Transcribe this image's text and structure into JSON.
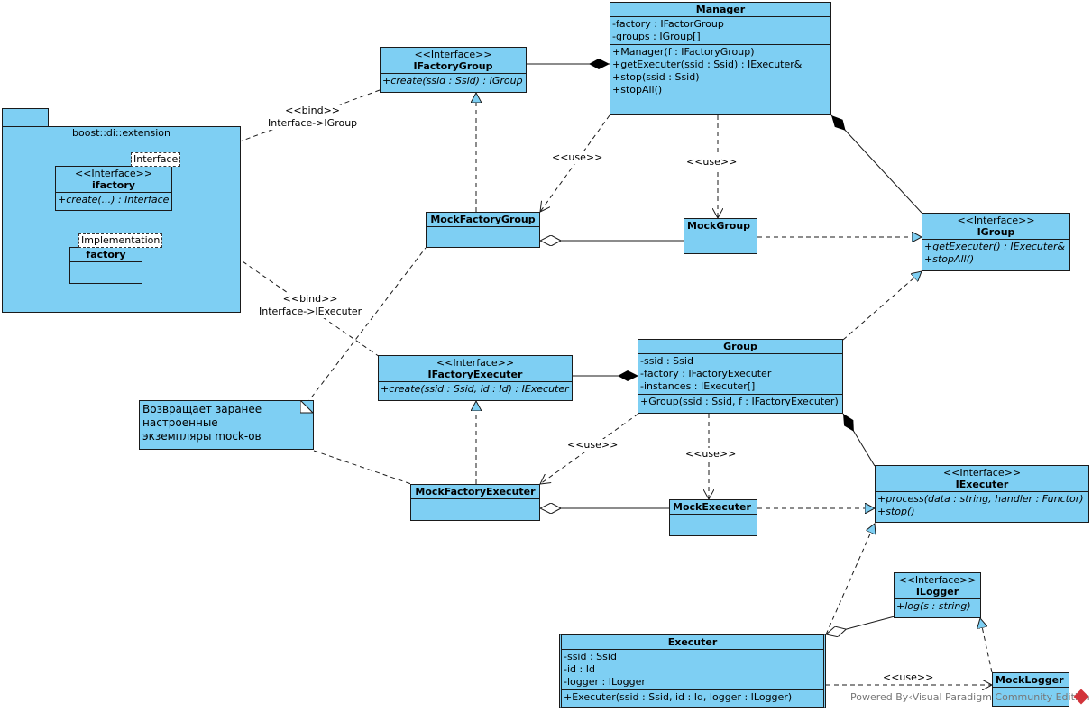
{
  "package": {
    "name": "boost::di::extension"
  },
  "classes": {
    "ifactory_group": {
      "stereotype": "<<Interface>>",
      "name": "IFactoryGroup",
      "ops": [
        "+create(ssid : Ssid) : IGroup"
      ]
    },
    "manager": {
      "name": "Manager",
      "attrs": [
        "-factory : IFactorGroup",
        "-groups : IGroup[]"
      ],
      "ops": [
        "+Manager(f : IFactoryGroup)",
        "+getExecuter(ssid : Ssid) : IExecuter&",
        "+stop(ssid : Ssid)",
        "+stopAll()"
      ]
    },
    "ifactory": {
      "stereotype": "<<Interface>>",
      "name": "ifactory",
      "ops": [
        "+create(...) : Interface"
      ],
      "tag": "Interface"
    },
    "factory": {
      "name": "factory",
      "tag": "Implementation"
    },
    "mock_factory_group": {
      "name": "MockFactoryGroup"
    },
    "mock_group": {
      "name": "MockGroup"
    },
    "igroup": {
      "stereotype": "<<Interface>>",
      "name": "IGroup",
      "ops": [
        "+getExecuter() : IExecuter&",
        "+stopAll()"
      ]
    },
    "group": {
      "name": "Group",
      "attrs": [
        "-ssid : Ssid",
        "-factory : IFactoryExecuter",
        "-instances : IExecuter[]"
      ],
      "ops": [
        "+Group(ssid : Ssid, f : IFactoryExecuter)"
      ]
    },
    "ifactory_executer": {
      "stereotype": "<<Interface>>",
      "name": "IFactoryExecuter",
      "ops": [
        "+create(ssid : Ssid, id : Id) : IExecuter"
      ]
    },
    "iexecuter": {
      "stereotype": "<<Interface>>",
      "name": "IExecuter",
      "ops": [
        "+process(data : string, handler : Functor)",
        "+stop()"
      ]
    },
    "mock_factory_executer": {
      "name": "MockFactoryExecuter"
    },
    "mock_executer": {
      "name": "MockExecuter"
    },
    "ilogger": {
      "stereotype": "<<Interface>>",
      "name": "ILogger",
      "ops": [
        "+log(s : string)"
      ]
    },
    "executer": {
      "name": "Executer",
      "attrs": [
        "-ssid : Ssid",
        "-id : Id",
        "-logger : ILogger"
      ],
      "ops": [
        "+Executer(ssid : Ssid, id : Id, logger : ILogger)"
      ]
    },
    "mock_logger": {
      "name": "MockLogger"
    }
  },
  "labels": {
    "bind_group": [
      "<<bind>>",
      "Interface->IGroup"
    ],
    "bind_executer": [
      "<<bind>>",
      "Interface->IExecuter"
    ],
    "use": "<<use>>"
  },
  "note": {
    "lines": [
      "Возвращает заранее",
      "настроенные",
      "экземпляры mock-ов"
    ]
  },
  "footer": {
    "text": "Powered By‹Visual Paradigm Community Edition"
  },
  "colors": {
    "fill": "#7ecff3",
    "stroke": "#1a1a1a"
  }
}
